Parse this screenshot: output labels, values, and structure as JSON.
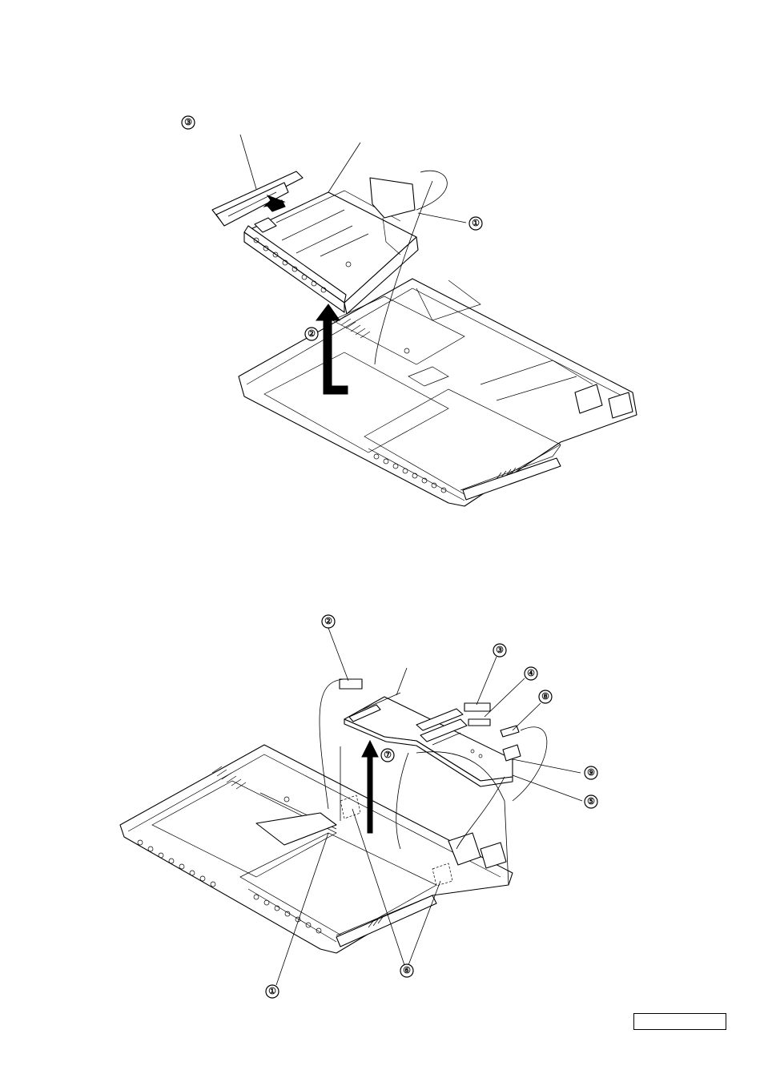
{
  "figure_top": {
    "callouts": [
      "①",
      "②",
      "③"
    ]
  },
  "figure_bottom": {
    "callouts": [
      "①",
      "②",
      "③",
      "④",
      "⑤",
      "⑥",
      "⑦",
      "⑧",
      "⑨"
    ]
  },
  "page_number_box": {
    "text": ""
  }
}
